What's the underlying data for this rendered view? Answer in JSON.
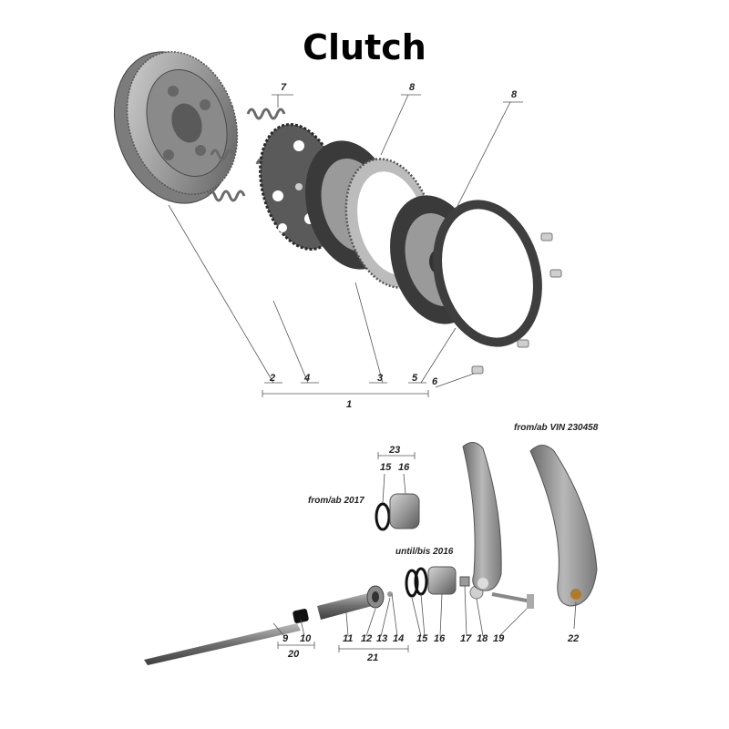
{
  "title": "Clutch",
  "notes": {
    "from_2017": "from/ab 2017",
    "until_2016": "until/bis 2016",
    "from_vin": "from/ab VIN 230458"
  },
  "callouts": {
    "c1": "1",
    "c2": "2",
    "c3": "3",
    "c4": "4",
    "c5": "5",
    "c6": "6",
    "c7": "7",
    "c8a": "8",
    "c8b": "8",
    "c9": "9",
    "c10": "10",
    "c11": "11",
    "c12": "12",
    "c13": "13",
    "c14": "14",
    "c15a": "15",
    "c15b": "15",
    "c16a": "16",
    "c16b": "16",
    "c17": "17",
    "c18": "18",
    "c19": "19",
    "c20": "20",
    "c21": "21",
    "c22": "22",
    "c23": "23"
  },
  "colors": {
    "metal": "#9a9a9a",
    "metal_dark": "#5e5e5e",
    "metal_light": "#cfcfcf",
    "friction": "#3a3a3a",
    "rubber": "#111111"
  }
}
